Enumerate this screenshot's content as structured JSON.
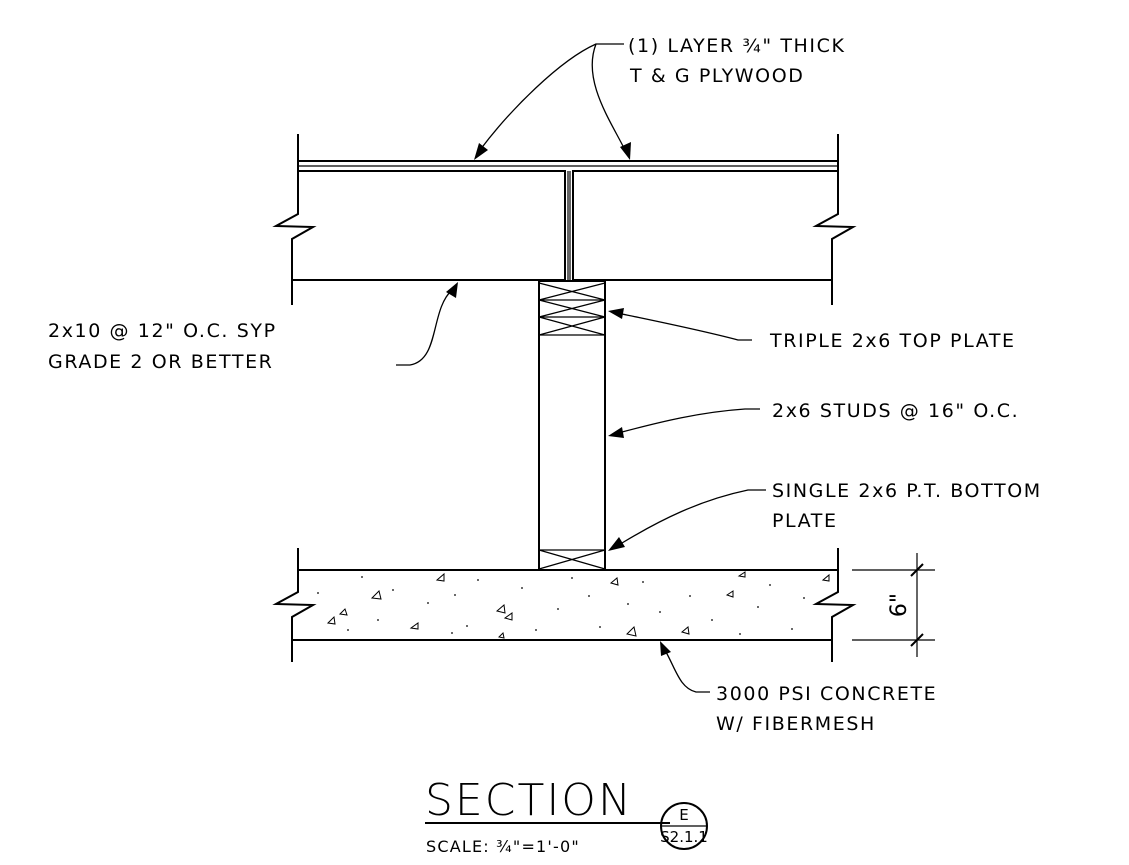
{
  "notes": {
    "plywood_line1": "(1) LAYER ¾\" THICK",
    "plywood_line2": "T & G PLYWOOD",
    "joist_line1": "2x10 @ 12\" O.C. SYP",
    "joist_line2": "GRADE 2 OR BETTER",
    "top_plate": "TRIPLE 2x6 TOP PLATE",
    "studs": "2x6 STUDS @ 16\" O.C.",
    "bottom_plate_line1": "SINGLE 2x6 P.T. BOTTOM",
    "bottom_plate_line2": "PLATE",
    "concrete_line1": "3000 PSI CONCRETE",
    "concrete_line2": "W/ FIBERMESH"
  },
  "dimension": {
    "slab_thickness": "6\""
  },
  "title_block": {
    "title": "SECTION",
    "scale": "SCALE: ¾\"=1'-0\"",
    "detail_id": "E",
    "sheet_ref": "S2.1.1"
  },
  "colors": {
    "linework": "#000000",
    "background": "#ffffff"
  }
}
